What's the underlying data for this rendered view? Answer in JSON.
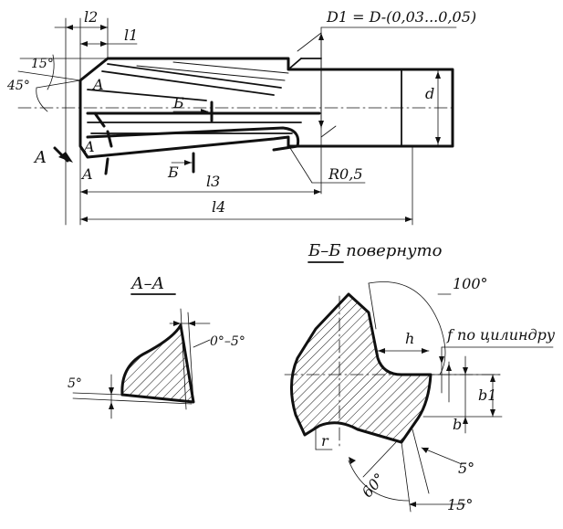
{
  "labels": {
    "l2": "l2",
    "l1": "l1",
    "d1_formula": "D1 = D-(0,03...0,05)",
    "d1_formula_sub": "1",
    "angle_15": "15°",
    "angle_45": "45°",
    "section_a_mark_top": "A",
    "section_a_mark_mid": "A",
    "section_a_mark_bottom": "A",
    "section_b_mark_top": "Б",
    "section_b_mark_bottom": "Б",
    "l3": "l3",
    "l4": "l4",
    "r05": "R0,5",
    "d": "d",
    "section_bb_title": "Б–Б повернуто",
    "section_aa_title": "А–А",
    "angle_0_5": "0°–5°",
    "angle_5_left": "5°",
    "angle_100": "100°",
    "h": "h",
    "f_cyl": "f по цилиндру",
    "b1": "b1",
    "b": "b",
    "r": "r",
    "angle_5_right": "5°",
    "angle_60": "60°",
    "angle_15_bottom": "15°"
  }
}
